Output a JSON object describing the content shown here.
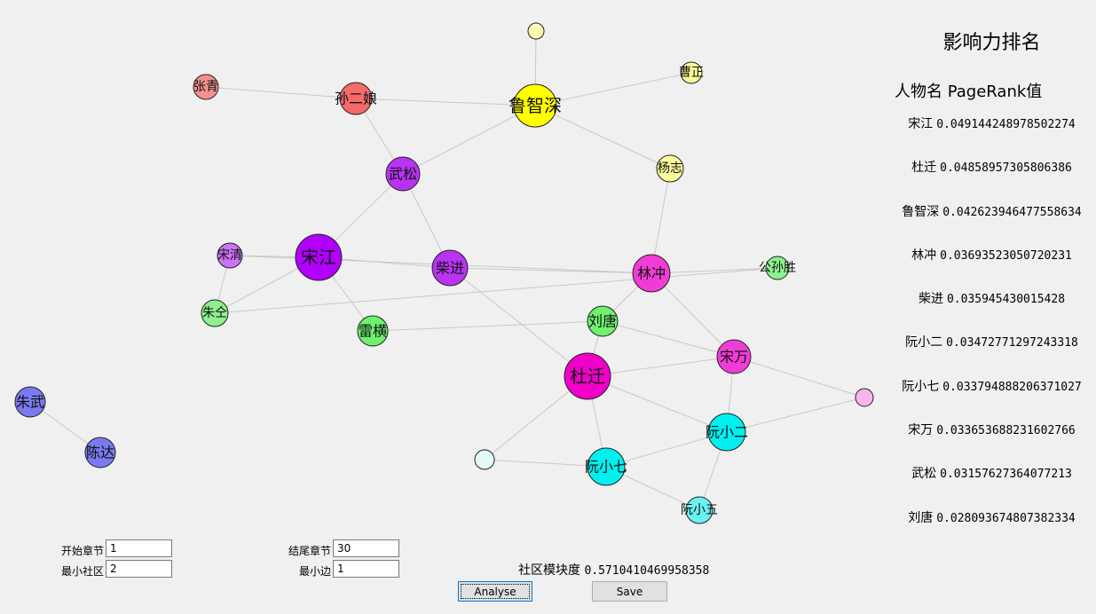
{
  "graph": {
    "nodes": [
      {
        "id": "宋江",
        "label": "宋江",
        "color": "#b200ff",
        "r": 26
      },
      {
        "id": "武松",
        "label": "武松",
        "color": "#b833f2",
        "r": 19
      },
      {
        "id": "柴进",
        "label": "柴进",
        "color": "#b833f2",
        "r": 20
      },
      {
        "id": "宋清",
        "label": "宋清",
        "color": "#cc73f5",
        "r": 14
      },
      {
        "id": "孙二娘",
        "label": "孙二娘",
        "color": "#f56a6a",
        "r": 18
      },
      {
        "id": "张青",
        "label": "张青",
        "color": "#f59090",
        "r": 14
      },
      {
        "id": "鲁智深",
        "label": "鲁智深",
        "color": "#ffff00",
        "r": 24
      },
      {
        "id": "曹正",
        "label": "曹正",
        "color": "#fafa9a",
        "r": 12
      },
      {
        "id": "杨志",
        "label": "杨志",
        "color": "#fafa9a",
        "r": 15
      },
      {
        "id": "yellow-top",
        "label": "",
        "color": "#fafab4",
        "r": 9
      },
      {
        "id": "林冲",
        "label": "林冲",
        "color": "#f03cd7",
        "r": 21
      },
      {
        "id": "杜迁",
        "label": "杜迁",
        "color": "#f000c8",
        "r": 26
      },
      {
        "id": "宋万",
        "label": "宋万",
        "color": "#f03cd7",
        "r": 19
      },
      {
        "id": "pink-right",
        "label": "",
        "color": "#f8b4ee",
        "r": 10
      },
      {
        "id": "刘唐",
        "label": "刘唐",
        "color": "#6ff06f",
        "r": 17
      },
      {
        "id": "雷横",
        "label": "雷横",
        "color": "#6ff06f",
        "r": 17
      },
      {
        "id": "朱仝",
        "label": "朱仝",
        "color": "#8ef08e",
        "r": 15
      },
      {
        "id": "公孙胜",
        "label": "公孙胜",
        "color": "#8ef08e",
        "r": 13
      },
      {
        "id": "阮小二",
        "label": "阮小二",
        "color": "#00f0f0",
        "r": 21
      },
      {
        "id": "阮小七",
        "label": "阮小七",
        "color": "#00f0f0",
        "r": 21
      },
      {
        "id": "阮小五",
        "label": "阮小五",
        "color": "#6cf0f0",
        "r": 15
      },
      {
        "id": "cyan-pale",
        "label": "",
        "color": "#e4fafa",
        "r": 11
      },
      {
        "id": "朱武",
        "label": "朱武",
        "color": "#7a7af0",
        "r": 17
      },
      {
        "id": "陈达",
        "label": "陈达",
        "color": "#7a7af0",
        "r": 17
      }
    ],
    "edges": [
      [
        "yellow-top",
        "鲁智深"
      ],
      [
        "鲁智深",
        "曹正"
      ],
      [
        "鲁智深",
        "孙二娘"
      ],
      [
        "鲁智深",
        "武松"
      ],
      [
        "鲁智深",
        "杨志"
      ],
      [
        "张青",
        "孙二娘"
      ],
      [
        "孙二娘",
        "武松"
      ],
      [
        "武松",
        "宋江"
      ],
      [
        "武松",
        "柴进"
      ],
      [
        "宋江",
        "宋清"
      ],
      [
        "宋江",
        "朱仝"
      ],
      [
        "宋江",
        "雷横"
      ],
      [
        "宋江",
        "柴进"
      ],
      [
        "宋清",
        "林冲"
      ],
      [
        "宋清",
        "朱仝"
      ],
      [
        "柴进",
        "林冲"
      ],
      [
        "柴进",
        "杜迁"
      ],
      [
        "杨志",
        "林冲"
      ],
      [
        "林冲",
        "公孙胜"
      ],
      [
        "林冲",
        "刘唐"
      ],
      [
        "林冲",
        "宋万"
      ],
      [
        "朱仝",
        "公孙胜"
      ],
      [
        "雷横",
        "刘唐"
      ],
      [
        "刘唐",
        "杜迁"
      ],
      [
        "刘唐",
        "宋万"
      ],
      [
        "杜迁",
        "宋万"
      ],
      [
        "杜迁",
        "阮小二"
      ],
      [
        "杜迁",
        "阮小七"
      ],
      [
        "杜迁",
        "cyan-pale"
      ],
      [
        "宋万",
        "阮小二"
      ],
      [
        "宋万",
        "pink-right"
      ],
      [
        "阮小二",
        "pink-right"
      ],
      [
        "阮小二",
        "阮小七"
      ],
      [
        "阮小二",
        "阮小五"
      ],
      [
        "阮小七",
        "阮小五"
      ],
      [
        "阮小七",
        "cyan-pale"
      ],
      [
        "朱武",
        "陈达"
      ]
    ]
  },
  "ranking": {
    "title": "影响力排名",
    "header": "人物名 PageRank值",
    "rows": [
      {
        "name": "宋江",
        "value": "0.049144248978502274"
      },
      {
        "name": "杜迁",
        "value": "0.04858957305806386"
      },
      {
        "name": "鲁智深",
        "value": "0.042623946477558634"
      },
      {
        "name": "林冲",
        "value": "0.03693523050720231"
      },
      {
        "name": "柴进",
        "value": "0.035945430015428"
      },
      {
        "name": "阮小二",
        "value": "0.03472771297243318"
      },
      {
        "name": "阮小七",
        "value": "0.033794888206371027"
      },
      {
        "name": "宋万",
        "value": "0.033653688231602766"
      },
      {
        "name": "武松",
        "value": "0.03157627364077213"
      },
      {
        "name": "刘唐",
        "value": "0.028093674807382334"
      }
    ]
  },
  "controls": {
    "start_chapter_label": "开始章节",
    "start_chapter_value": "1",
    "end_chapter_label": "结尾章节",
    "end_chapter_value": "30",
    "min_community_label": "最小社区",
    "min_community_value": "2",
    "min_edge_label": "最小边",
    "min_edge_value": "1",
    "modularity_label": "社区模块度",
    "modularity_value": "0.5710410469958358",
    "analyse_label": "Analyse",
    "save_label": "Save"
  }
}
